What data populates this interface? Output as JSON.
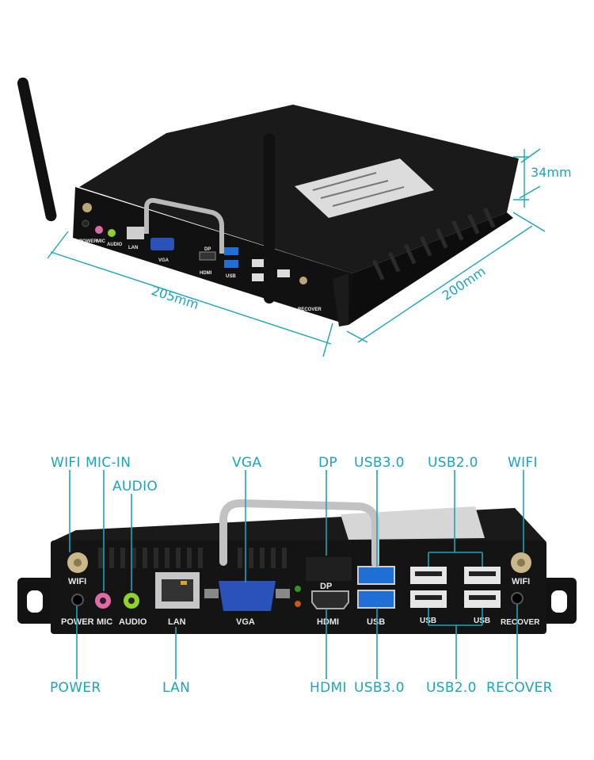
{
  "dimensions": {
    "height": "34mm",
    "width": "205mm",
    "depth": "200mm"
  },
  "callouts_top": {
    "wifi_left": "WIFI",
    "mic_in": "MIC-IN",
    "audio": "AUDIO",
    "vga": "VGA",
    "dp": "DP",
    "usb30": "USB3.0",
    "usb20": "USB2.0",
    "wifi_right": "WIFI"
  },
  "callouts_bottom": {
    "power": "POWER",
    "lan": "LAN",
    "hdmi": "HDMI",
    "usb30": "USB3.0",
    "usb20": "USB2.0",
    "recover": "RECOVER"
  },
  "panel_labels": {
    "wifi_left": "WIFI",
    "power": "POWER",
    "mic": "MIC",
    "audio": "AUDIO",
    "lan": "LAN",
    "vga": "VGA",
    "dp": "DP",
    "hdmi": "HDMI",
    "usb3": "USB",
    "usb2_left": "USB",
    "usb2_right": "USB",
    "wifi_right": "WIFI",
    "recover": "RECOVER"
  },
  "top_panel_labels": {
    "power": "POWER",
    "mic": "MIC",
    "audio": "AUDIO",
    "lan": "LAN",
    "vga": "VGA",
    "dp": "DP",
    "hdmi": "HDMI",
    "usb": "USB",
    "recover": "RECOVER"
  },
  "colors": {
    "accent": "#1aa5bd",
    "chassis": "#141414",
    "usb3_blue": "#1f6fd6",
    "vga_blue": "#2a52b8",
    "mic_pink": "#e06aa8",
    "audio_green": "#8fd12d"
  }
}
